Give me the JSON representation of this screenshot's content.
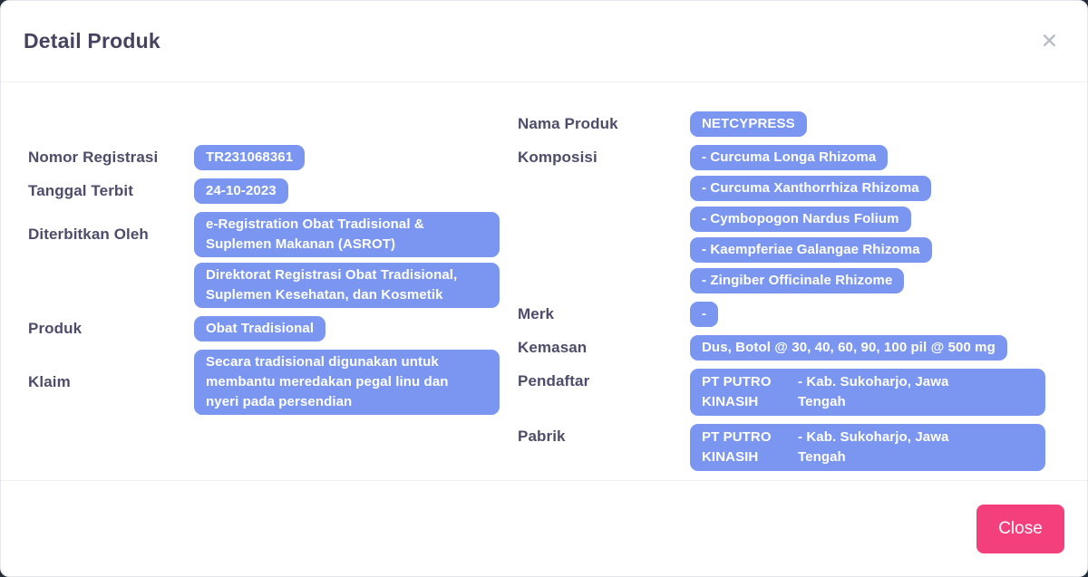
{
  "window": {
    "title": "Detail Produk",
    "close_icon_glyph": "✕",
    "close_button_label": "Close"
  },
  "colors": {
    "badge_blue": "#7b96f0",
    "close_button_pink": "#f43f7d",
    "label_text": "#4d4c6b",
    "backdrop": "#252d39"
  },
  "fields": {
    "nomor_registrasi": {
      "label": "Nomor Registrasi",
      "value": "TR231068361"
    },
    "tanggal_terbit": {
      "label": "Tanggal Terbit",
      "value": "24-10-2023"
    },
    "diterbitkan_oleh": {
      "label": "Diterbitkan Oleh",
      "values": [
        "e-Registration Obat Tradisional &\nSuplemen Makanan (ASROT)",
        "Direktorat Registrasi Obat Tradisional,\nSuplemen Kesehatan, dan Kosmetik"
      ]
    },
    "produk": {
      "label": "Produk",
      "value": "Obat Tradisional"
    },
    "klaim": {
      "label": "Klaim",
      "value": "Secara tradisional digunakan untuk\nmembantu meredakan pegal linu dan\nnyeri pada persendian"
    },
    "nama_produk": {
      "label": "Nama Produk",
      "value": "NETCYPRESS"
    },
    "komposisi": {
      "label": "Komposisi",
      "values": [
        "- Curcuma Longa Rhizoma",
        "- Curcuma Xanthorrhiza Rhizoma",
        "- Cymbopogon Nardus Folium",
        "- Kaempferiae Galangae Rhizoma",
        "- Zingiber Officinale Rhizome"
      ]
    },
    "merk": {
      "label": "Merk",
      "value": "-"
    },
    "kemasan": {
      "label": "Kemasan",
      "value": "Dus, Botol @ 30, 40, 60, 90, 100 pil @ 500 mg"
    },
    "pendaftar": {
      "label": "Pendaftar",
      "company": "PT PUTRO KINASIH",
      "location": "- Kab. Sukoharjo, Jawa\nTengah"
    },
    "pabrik": {
      "label": "Pabrik",
      "company": "PT PUTRO KINASIH",
      "location": "- Kab. Sukoharjo, Jawa\nTengah"
    }
  }
}
